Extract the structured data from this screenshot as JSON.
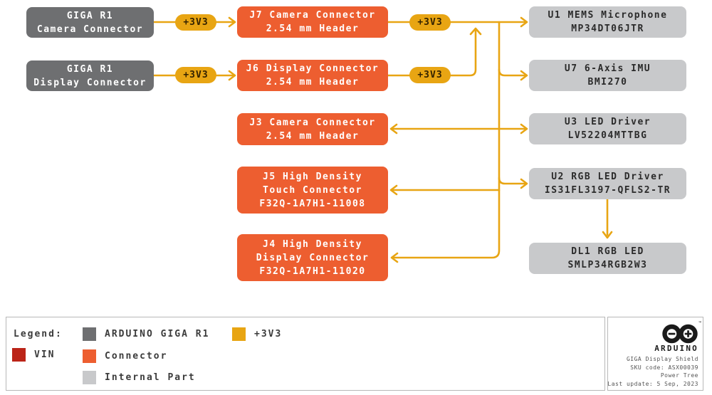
{
  "colors": {
    "orange": "#ED5E30",
    "gray": "#6E6F71",
    "lightgray": "#C8C9CB",
    "gold": "#E8A513",
    "red": "#BB2418",
    "ink": "#2B2B2B",
    "border": "#B8B8B8"
  },
  "badge_label": "+3V3",
  "nodes": {
    "src_camera": {
      "l1": "GIGA R1",
      "l2": "Camera Connector"
    },
    "src_display": {
      "l1": "GIGA R1",
      "l2": "Display Connector"
    },
    "j7": {
      "l1": "J7 Camera Connector",
      "l2": "2.54 mm Header"
    },
    "j6": {
      "l1": "J6 Display Connector",
      "l2": "2.54 mm Header"
    },
    "j3": {
      "l1": "J3 Camera Connector",
      "l2": "2.54 mm Header"
    },
    "j5": {
      "l1": "J5 High Density",
      "l2": "Touch Connector",
      "l3": "F32Q-1A7H1-11008"
    },
    "j4": {
      "l1": "J4 High Density",
      "l2": "Display Connector",
      "l3": "F32Q-1A7H1-11020"
    },
    "u1": {
      "l1": "U1 MEMS Microphone",
      "l2": "MP34DT06JTR"
    },
    "u7": {
      "l1": "U7 6-Axis IMU",
      "l2": "BMI270"
    },
    "u3": {
      "l1": "U3 LED Driver",
      "l2": "LV52204MTTBG"
    },
    "u2": {
      "l1": "U2 RGB LED Driver",
      "l2": "IS31FL3197-QFLS2-TR"
    },
    "dl1": {
      "l1": "DL1 RGB LED",
      "l2": "SMLP34RGB2W3"
    }
  },
  "legend": {
    "title": "Legend:",
    "items": {
      "giga": "ARDUINO GIGA R1",
      "v3": "+3V3",
      "vin": "VIN",
      "connector": "Connector",
      "internal": "Internal Part"
    }
  },
  "footer": {
    "brand": "ARDUINO",
    "tm": "™",
    "line1": "GIGA Display Shield",
    "line2": "SKU code: ASX00039",
    "line3": "Power Tree",
    "line4": "Last update: 5 Sep, 2023"
  }
}
